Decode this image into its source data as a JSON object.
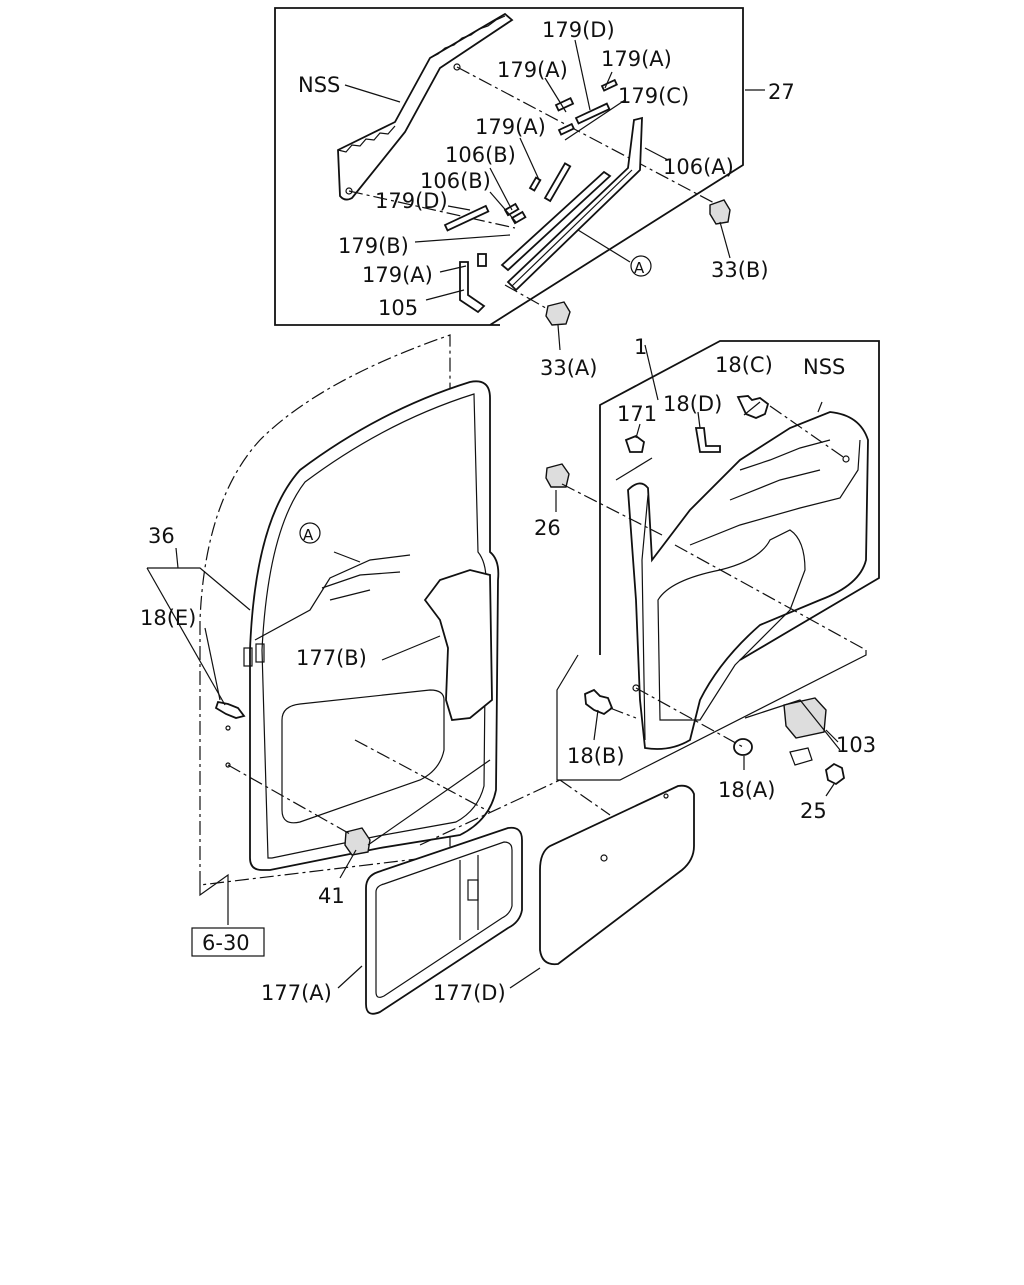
{
  "diagram": {
    "labels": {
      "nss_top": "NSS",
      "l179d_top": "179(D)",
      "l179a_1": "179(A)",
      "l179a_2": "179(A)",
      "l179c": "179(C)",
      "l179a_3": "179(A)",
      "l106b_1": "106(B)",
      "l106b_2": "106(B)",
      "l106a": "106(A)",
      "l179d_2": "179(D)",
      "l179b": "179(B)",
      "l179a_4": "179(A)",
      "l105": "105",
      "l27": "27",
      "l33b": "33(B)",
      "l33a": "33(A)",
      "circle_a_top": "A",
      "l1": "1",
      "l18c": "18(C)",
      "nss_right": "NSS",
      "l171": "171",
      "l18d": "18(D)",
      "l26": "26",
      "l36": "36",
      "l18e": "18(E)",
      "circle_a_left": "A",
      "l177b": "177(B)",
      "l18b": "18(B)",
      "l18a": "18(A)",
      "l103": "103",
      "l25": "25",
      "l41": "41",
      "ref_box": "6-30",
      "l177a": "177(A)",
      "l177d": "177(D)"
    }
  }
}
